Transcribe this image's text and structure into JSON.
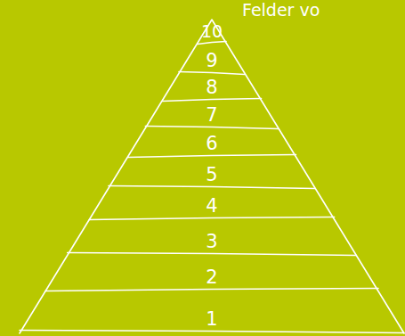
{
  "diagram": {
    "title": "Felder vo",
    "nodes": [
      {
        "text": [
          "10"
        ]
      },
      {
        "text": [
          "9"
        ]
      },
      {
        "text": [
          "8"
        ]
      },
      {
        "text": [
          "7"
        ]
      },
      {
        "text": [
          "6"
        ]
      },
      {
        "text": [
          "5"
        ]
      },
      {
        "text": [
          "4"
        ]
      },
      {
        "text": [
          "3"
        ]
      },
      {
        "text": [
          "2"
        ]
      },
      {
        "text": [
          "1"
        ]
      }
    ]
  }
}
